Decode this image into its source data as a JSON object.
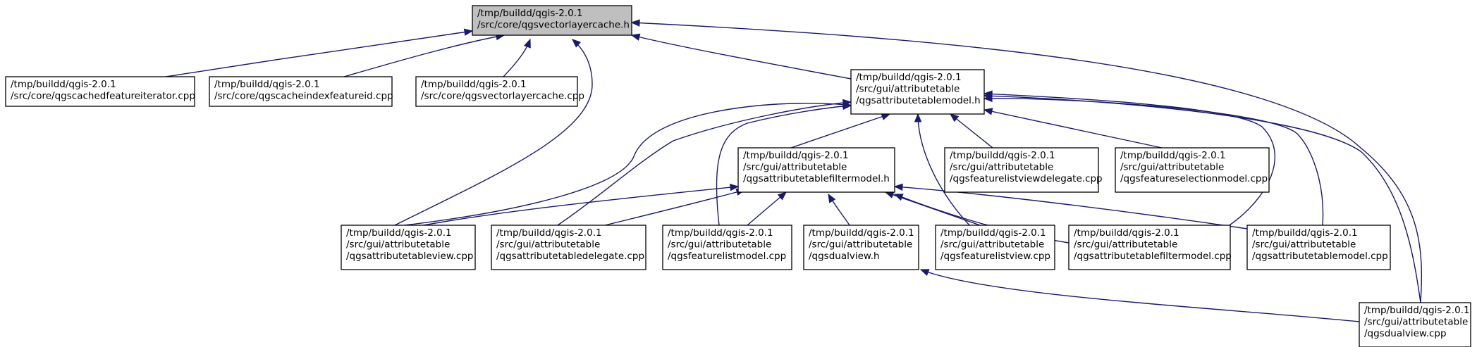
{
  "graph": {
    "nodes": [
      {
        "id": "n0",
        "lines": [
          "/tmp/buildd/qgis-2.0.1",
          "/src/core/qgsvectorlayercache.h"
        ],
        "focus": true
      },
      {
        "id": "n1",
        "lines": [
          "/tmp/buildd/qgis-2.0.1",
          "/src/core/qgscachedfeatureiterator.cpp"
        ]
      },
      {
        "id": "n2",
        "lines": [
          "/tmp/buildd/qgis-2.0.1",
          "/src/core/qgscacheindexfeatureid.cpp"
        ]
      },
      {
        "id": "n3",
        "lines": [
          "/tmp/buildd/qgis-2.0.1",
          "/src/core/qgsvectorlayercache.cpp"
        ]
      },
      {
        "id": "n4",
        "lines": [
          "/tmp/buildd/qgis-2.0.1",
          "/src/gui/attributetable",
          "/qgsattributetablemodel.h"
        ]
      },
      {
        "id": "n5",
        "lines": [
          "/tmp/buildd/qgis-2.0.1",
          "/src/gui/attributetable",
          "/qgsattributetablefiltermodel.h"
        ]
      },
      {
        "id": "n6",
        "lines": [
          "/tmp/buildd/qgis-2.0.1",
          "/src/gui/attributetable",
          "/qgsfeaturelistviewdelegate.cpp"
        ]
      },
      {
        "id": "n7",
        "lines": [
          "/tmp/buildd/qgis-2.0.1",
          "/src/gui/attributetable",
          "/qgsfeatureselectionmodel.cpp"
        ]
      },
      {
        "id": "n8",
        "lines": [
          "/tmp/buildd/qgis-2.0.1",
          "/src/gui/attributetable",
          "/qgsattributetableview.cpp"
        ]
      },
      {
        "id": "n9",
        "lines": [
          "/tmp/buildd/qgis-2.0.1",
          "/src/gui/attributetable",
          "/qgsattributetabledelegate.cpp"
        ]
      },
      {
        "id": "n10",
        "lines": [
          "/tmp/buildd/qgis-2.0.1",
          "/src/gui/attributetable",
          "/qgsfeaturelistmodel.cpp"
        ]
      },
      {
        "id": "n11",
        "lines": [
          "/tmp/buildd/qgis-2.0.1",
          "/src/gui/attributetable",
          "/qgsdualview.h"
        ]
      },
      {
        "id": "n12",
        "lines": [
          "/tmp/buildd/qgis-2.0.1",
          "/src/gui/attributetable",
          "/qgsfeaturelistview.cpp"
        ]
      },
      {
        "id": "n13",
        "lines": [
          "/tmp/buildd/qgis-2.0.1",
          "/src/gui/attributetable",
          "/qgsattributetablefiltermodel.cpp"
        ]
      },
      {
        "id": "n14",
        "lines": [
          "/tmp/buildd/qgis-2.0.1",
          "/src/gui/attributetable",
          "/qgsattributetablemodel.cpp"
        ]
      },
      {
        "id": "n15",
        "lines": [
          "/tmp/buildd/qgis-2.0.1",
          "/src/gui/attributetable",
          "/qgsdualview.cpp"
        ]
      }
    ],
    "edges": [
      {
        "from": "n1",
        "to": "n0"
      },
      {
        "from": "n2",
        "to": "n0"
      },
      {
        "from": "n3",
        "to": "n0"
      },
      {
        "from": "n4",
        "to": "n0"
      },
      {
        "from": "n8",
        "to": "n0"
      },
      {
        "from": "n15",
        "to": "n0"
      },
      {
        "from": "n5",
        "to": "n4"
      },
      {
        "from": "n6",
        "to": "n4"
      },
      {
        "from": "n7",
        "to": "n4"
      },
      {
        "from": "n8",
        "to": "n4"
      },
      {
        "from": "n9",
        "to": "n4"
      },
      {
        "from": "n10",
        "to": "n4"
      },
      {
        "from": "n12",
        "to": "n4"
      },
      {
        "from": "n13",
        "to": "n4"
      },
      {
        "from": "n14",
        "to": "n4"
      },
      {
        "from": "n15",
        "to": "n4"
      },
      {
        "from": "n8",
        "to": "n5"
      },
      {
        "from": "n9",
        "to": "n5"
      },
      {
        "from": "n10",
        "to": "n5"
      },
      {
        "from": "n11",
        "to": "n5"
      },
      {
        "from": "n12",
        "to": "n5"
      },
      {
        "from": "n13",
        "to": "n5"
      },
      {
        "from": "n14",
        "to": "n5"
      },
      {
        "from": "n15",
        "to": "n11"
      }
    ]
  }
}
